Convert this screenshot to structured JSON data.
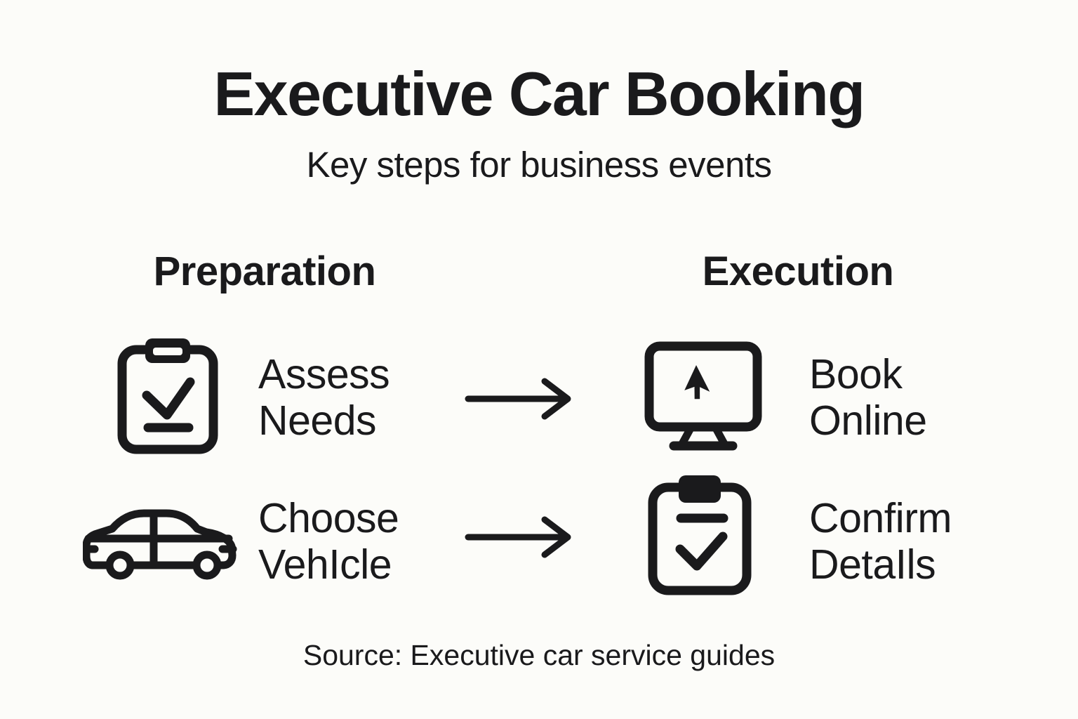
{
  "page": {
    "title": "Executive Car Booking",
    "subtitle": "Key steps for business events",
    "source": "Source: Executive car service guides"
  },
  "columns": [
    {
      "label": "Preparation"
    },
    {
      "label": "Execution"
    }
  ],
  "rows": [
    {
      "left": {
        "icon": "clipboard-check-icon",
        "lines": [
          "Assess",
          "Needs"
        ]
      },
      "arrow_icon": "right-arrow-icon",
      "right": {
        "icon": "monitor-cursor-icon",
        "lines": [
          "Book",
          "Online"
        ]
      }
    },
    {
      "left": {
        "icon": "car-icon",
        "lines": [
          "Choose",
          "VehIcle"
        ]
      },
      "arrow_icon": "right-arrow-icon",
      "right": {
        "icon": "clipboard-confirm-icon",
        "lines": [
          "Confirm",
          "DetaIls"
        ]
      }
    }
  ],
  "colors": {
    "background": "#FCFCF9",
    "ink": "#1A1A1C"
  }
}
